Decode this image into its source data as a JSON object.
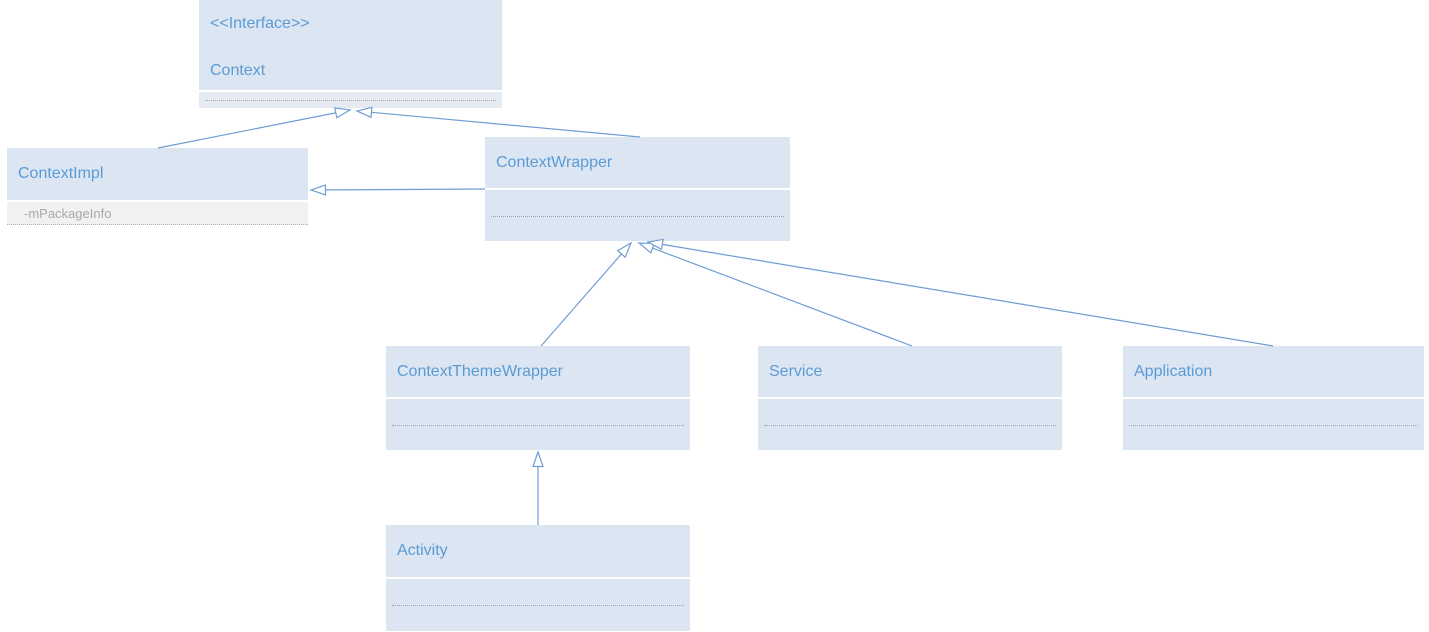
{
  "diagram_type": "uml-class-diagram",
  "colors": {
    "node_fill": "#dce5f2",
    "node_title_text": "#5b9bd5",
    "connector": "#6f9dd3",
    "attribute_fill": "#f1f1f1",
    "attribute_text": "#a9a9a9",
    "background": "#ffffff"
  },
  "classes": [
    {
      "stereotype": "<<Interface>>",
      "name": "Context",
      "attributes": []
    },
    {
      "name": "ContextImpl",
      "attributes": [
        "-mPackageInfo"
      ]
    },
    {
      "name": "ContextWrapper",
      "attributes": []
    },
    {
      "name": "ContextThemeWrapper",
      "attributes": []
    },
    {
      "name": "Service",
      "attributes": []
    },
    {
      "name": "Application",
      "attributes": []
    },
    {
      "name": "Activity",
      "attributes": []
    }
  ],
  "relations": [
    {
      "type": "generalization",
      "from": "ContextImpl",
      "to": "Context"
    },
    {
      "type": "generalization",
      "from": "ContextWrapper",
      "to": "Context"
    },
    {
      "type": "generalization",
      "from": "ContextWrapper",
      "to": "ContextImpl"
    },
    {
      "type": "generalization",
      "from": "ContextThemeWrapper",
      "to": "ContextWrapper"
    },
    {
      "type": "generalization",
      "from": "Service",
      "to": "ContextWrapper"
    },
    {
      "type": "generalization",
      "from": "Application",
      "to": "ContextWrapper"
    },
    {
      "type": "generalization",
      "from": "Activity",
      "to": "ContextThemeWrapper"
    }
  ]
}
